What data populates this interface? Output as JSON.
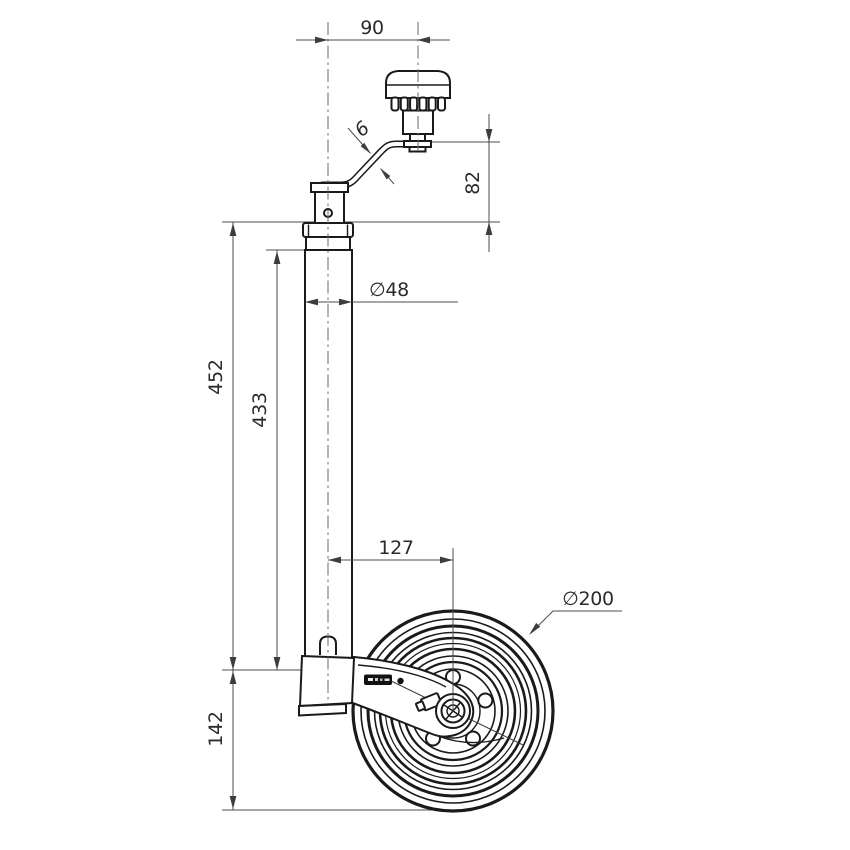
{
  "diagram": {
    "dimensions": {
      "crank_offset": "90",
      "rod_diameter": "6",
      "crank_height": "82",
      "tube_diameter": "∅48",
      "outer_length": "452",
      "inner_length": "433",
      "wheel_offset": "127",
      "wheel_diameter": "∅200",
      "lower_height": "142"
    },
    "colors": {
      "background": "#ffffff",
      "object_line": "#1a1a1a",
      "dimension_line": "#4d4d4d",
      "text": "#2b2b2b",
      "sticker": "#111111"
    }
  }
}
